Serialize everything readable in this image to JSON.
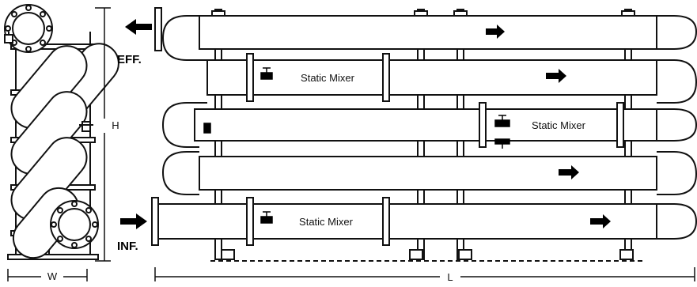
{
  "labels": {
    "effluent": "EFF.",
    "influent": "INF.",
    "height": "H",
    "width": "W",
    "length": "L"
  },
  "mixer_labels": [
    "Static Mixer",
    "Static Mixer",
    "Static Mixer"
  ],
  "colors": {
    "line": "#111111",
    "fill": "#ffffff",
    "accent": "#000000"
  },
  "icons": [
    "arrow-left-icon",
    "arrow-right-icon",
    "valve-icon",
    "flange-icon"
  ]
}
